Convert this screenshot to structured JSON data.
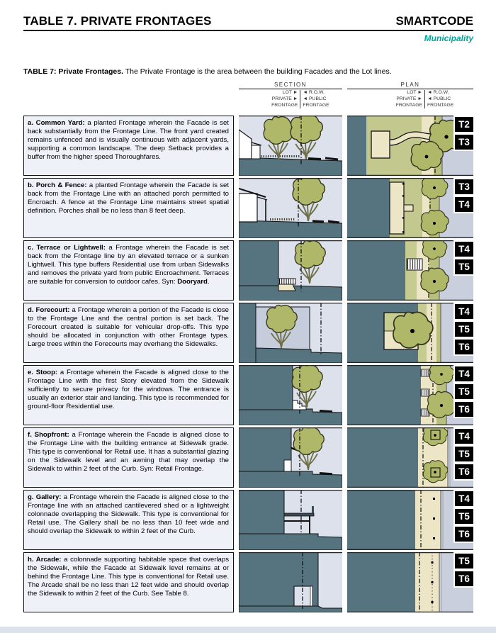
{
  "header": {
    "title": "TABLE 7. PRIVATE FRONTAGES",
    "brand": "SMARTCODE",
    "subtitle": "Municipality"
  },
  "intro": {
    "lead": "TABLE 7: Private Frontages.",
    "text": "  The Private Frontage is the area between the building Facades and the Lot lines."
  },
  "columns": {
    "section": {
      "title": "SECTION",
      "left": [
        "LOT ►",
        "PRIVATE ►",
        "FRONTAGE"
      ],
      "right": [
        "◄ R.O.W.",
        "◄ PUBLIC",
        "FRONTAGE"
      ]
    },
    "plan": {
      "title": "PLAN",
      "left": [
        "LOT ►",
        "PRIVATE ►",
        "FRONTAGE"
      ],
      "right": [
        "◄ R.O.W.",
        "◄ PUBLIC",
        "FRONTAGE"
      ]
    }
  },
  "colors": {
    "accent_teal": "#00a79a",
    "building_teal": "#56747f",
    "tree_olive": "#aeb868",
    "tag_bg": "#000000"
  },
  "rows": [
    {
      "heading": "a. Common Yard:",
      "body": " a planted Frontage wherein the Facade is set back substantially from the Frontage Line.  The front yard created remains unfenced and is visually continuous with adjacent yards, supporting a common landscape. The deep Setback provides a buffer from the higher speed Thoroughfares.",
      "bold_suffix": "",
      "tail": "",
      "tags": [
        "T2",
        "T3"
      ]
    },
    {
      "heading": "b. Porch & Fence:",
      "body": " a planted Frontage wherein the Facade is set back from the Frontage Line with an attached porch permitted to Encroach. A fence at the Frontage Line maintains street spatial definition. Porches shall be no less than 8 feet deep.",
      "bold_suffix": "",
      "tail": "",
      "tags": [
        "T3",
        "T4"
      ]
    },
    {
      "heading": "c. Terrace or Lightwell:",
      "body": " a Frontage wherein the Facade is set back from the Frontage line by an elevated terrace or a sunken Lightwell. This type buffers Residential use from urban Sidewalks and removes the private yard from public Encroachment. Terraces are suitable for conversion to outdoor cafes. Syn: ",
      "bold_suffix": "Dooryard",
      "tail": ".",
      "tags": [
        "T4",
        "T5"
      ]
    },
    {
      "heading": "d. Forecourt:",
      "body": " a Frontage wherein a portion of the Facade is close to the Frontage Line and the central portion is set back.  The Forecourt created is suitable for vehicular drop-offs. This type should be allocated in conjunction with other Frontage types. Large trees within the Forecourts may overhang the Sidewalks.",
      "bold_suffix": "",
      "tail": "",
      "tags": [
        "T4",
        "T5",
        "T6"
      ]
    },
    {
      "heading": "e. Stoop:",
      "body": " a Frontage wherein the Facade is aligned close to the Frontage Line with the first Story elevated from the Sidewalk sufficiently to secure privacy for the windows. The entrance is usually an exterior stair and landing. This type is recommended for ground-floor Residential use.",
      "bold_suffix": "",
      "tail": "",
      "tags": [
        "T4",
        "T5",
        "T6"
      ]
    },
    {
      "heading": "f. Shopfront:",
      "body": " a Frontage wherein the Facade is aligned close to the Frontage Line with the building entrance at Sidewalk grade. This type is conventional for Retail use. It has a substantial glazing on the Sidewalk level and an awning that may overlap the Sidewalk to within 2 feet of the Curb. Syn: Retail Frontage.",
      "bold_suffix": "",
      "tail": "",
      "tags": [
        "T4",
        "T5",
        "T6"
      ]
    },
    {
      "heading": "g. Gallery:",
      "body": " a Frontage wherein the Facade is aligned close to the Frontage line with an attached cantilevered shed or a lightweight colonnade overlapping the Sidewalk. This type is conventional for Retail use. The Gallery shall be no less than 10 feet wide and should overlap the Sidewalk to within 2 feet of the Curb.",
      "bold_suffix": "",
      "tail": "",
      "tags": [
        "T4",
        "T5",
        "T6"
      ]
    },
    {
      "heading": "h. Arcade:",
      "body": " a colonnade supporting habitable space that overlaps the Sidewalk, while the Facade at Sidewalk level remains at or behind the Frontage Line. This type is conventional for Retail use. The Arcade shall be no less than 12 feet wide and should overlap the Sidewalk to within 2 feet of the Curb. See Table 8.",
      "bold_suffix": "",
      "tail": "",
      "tags": [
        "T5",
        "T6"
      ]
    }
  ]
}
